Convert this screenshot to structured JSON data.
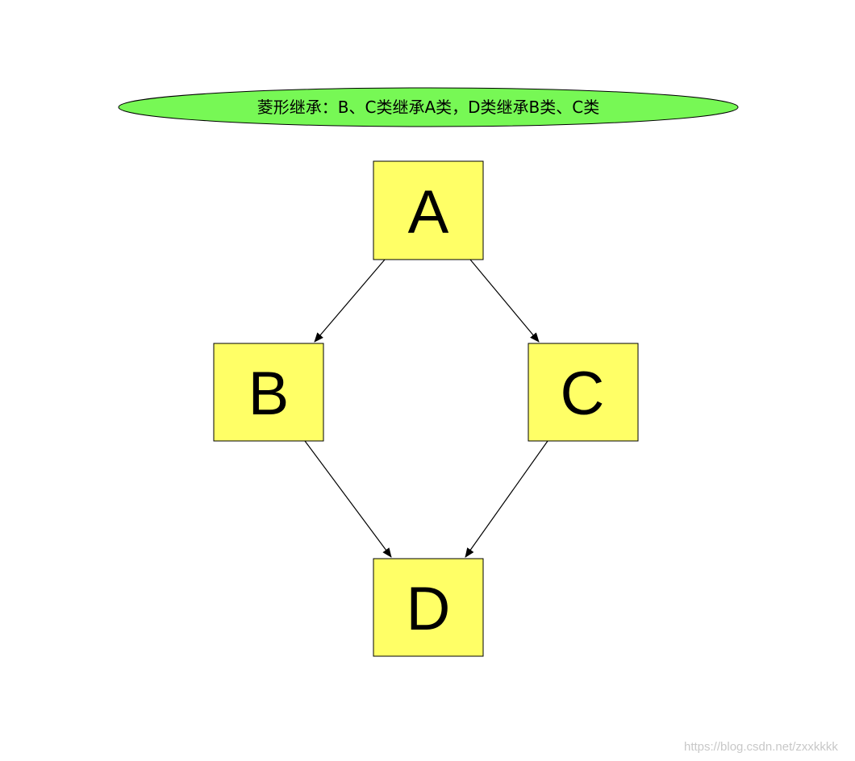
{
  "title": "菱形继承：B、C类继承A类，D类继承B类、C类",
  "colors": {
    "title_fill": "#77f855",
    "node_fill": "#ffff66",
    "stroke": "#000000"
  },
  "nodes": [
    {
      "id": "A",
      "label": "A"
    },
    {
      "id": "B",
      "label": "B"
    },
    {
      "id": "C",
      "label": "C"
    },
    {
      "id": "D",
      "label": "D"
    }
  ],
  "edges": [
    {
      "from": "A",
      "to": "B"
    },
    {
      "from": "A",
      "to": "C"
    },
    {
      "from": "B",
      "to": "D"
    },
    {
      "from": "C",
      "to": "D"
    }
  ],
  "watermark": "https://blog.csdn.net/zxxkkkk"
}
